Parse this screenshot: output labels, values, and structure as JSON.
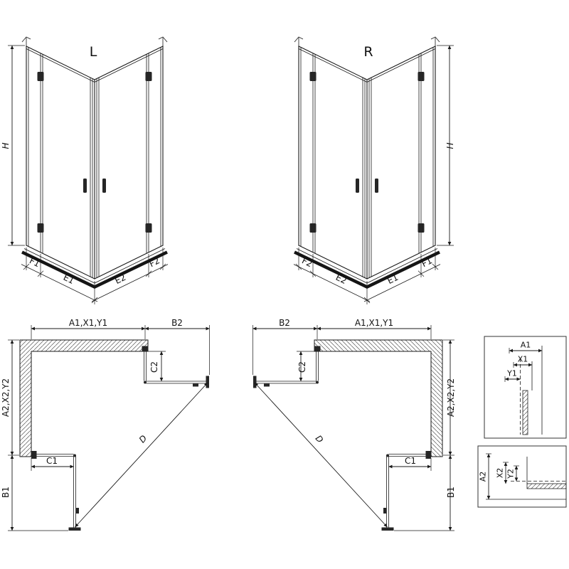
{
  "views": {
    "iso_left": {
      "title": "L",
      "height_dim": "H",
      "fixed_left": "F1",
      "door_left": "E1",
      "door_right": "E2",
      "fixed_right": "F2"
    },
    "iso_right": {
      "title": "R",
      "height_dim": "H",
      "fixed_left": "F2",
      "door_left": "E2",
      "door_right": "E1",
      "fixed_right": "F1"
    },
    "plan_left": {
      "width_dim": "A1,X1,Y1",
      "door_proj_top": "B2",
      "depth_dim": "A2,X2,Y2",
      "door_proj_side": "B1",
      "fixed_seg_side": "C2",
      "fixed_seg_bottom": "C1",
      "diagonal_dim": "D"
    },
    "plan_right": {
      "width_dim": "A1,X1,Y1",
      "door_proj_top": "B2",
      "depth_dim": "A2,X2,Y2",
      "door_proj_side": "B1",
      "fixed_seg_side": "C2",
      "fixed_seg_bottom": "C1",
      "diagonal_dim": "D"
    },
    "detail_width": {
      "dim_a": "A1",
      "dim_x": "X1",
      "dim_y": "Y1"
    },
    "detail_depth": {
      "dim_a": "A2",
      "dim_x": "X2",
      "dim_y": "Y2"
    }
  },
  "colors": {
    "line": "#1a1a1a",
    "background": "#ffffff"
  }
}
